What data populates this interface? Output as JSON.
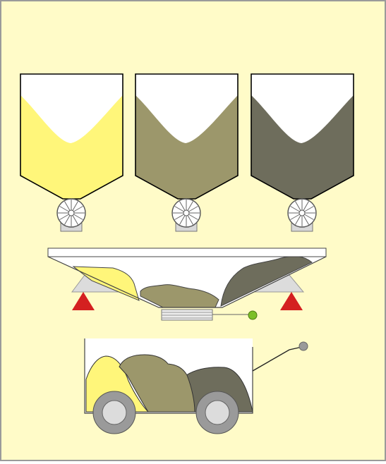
{
  "scene": {
    "background": "#fffbc8",
    "frame_stroke": "#9a9a9a"
  },
  "hoppers": [
    {
      "id": "yellow",
      "material_color": "#fff67a",
      "fill_level": 0.7
    },
    {
      "id": "olive",
      "material_color": "#9c976b",
      "fill_level": 0.7
    },
    {
      "id": "dark",
      "material_color": "#6e6d5c",
      "fill_level": 0.7
    }
  ],
  "rotary_valves": {
    "wheel_color": "#ffffff",
    "base_color": "#d8d8d8"
  },
  "weighing_hopper": {
    "support_color": "#dcdcdc",
    "load_cell_color": "#d42020",
    "materials": [
      "#fff67a",
      "#9c976b",
      "#6e6d5c"
    ],
    "discharge_gate_color": "#ececec",
    "indicator_color": "#7cbf28"
  },
  "truck": {
    "materials": [
      "#fff67a",
      "#9c976b",
      "#6e6d5c"
    ],
    "wheel_outer": "#9a9a9a",
    "wheel_inner": "#dcdcdc",
    "lever_knob": "#9a9a9a"
  },
  "labels": []
}
